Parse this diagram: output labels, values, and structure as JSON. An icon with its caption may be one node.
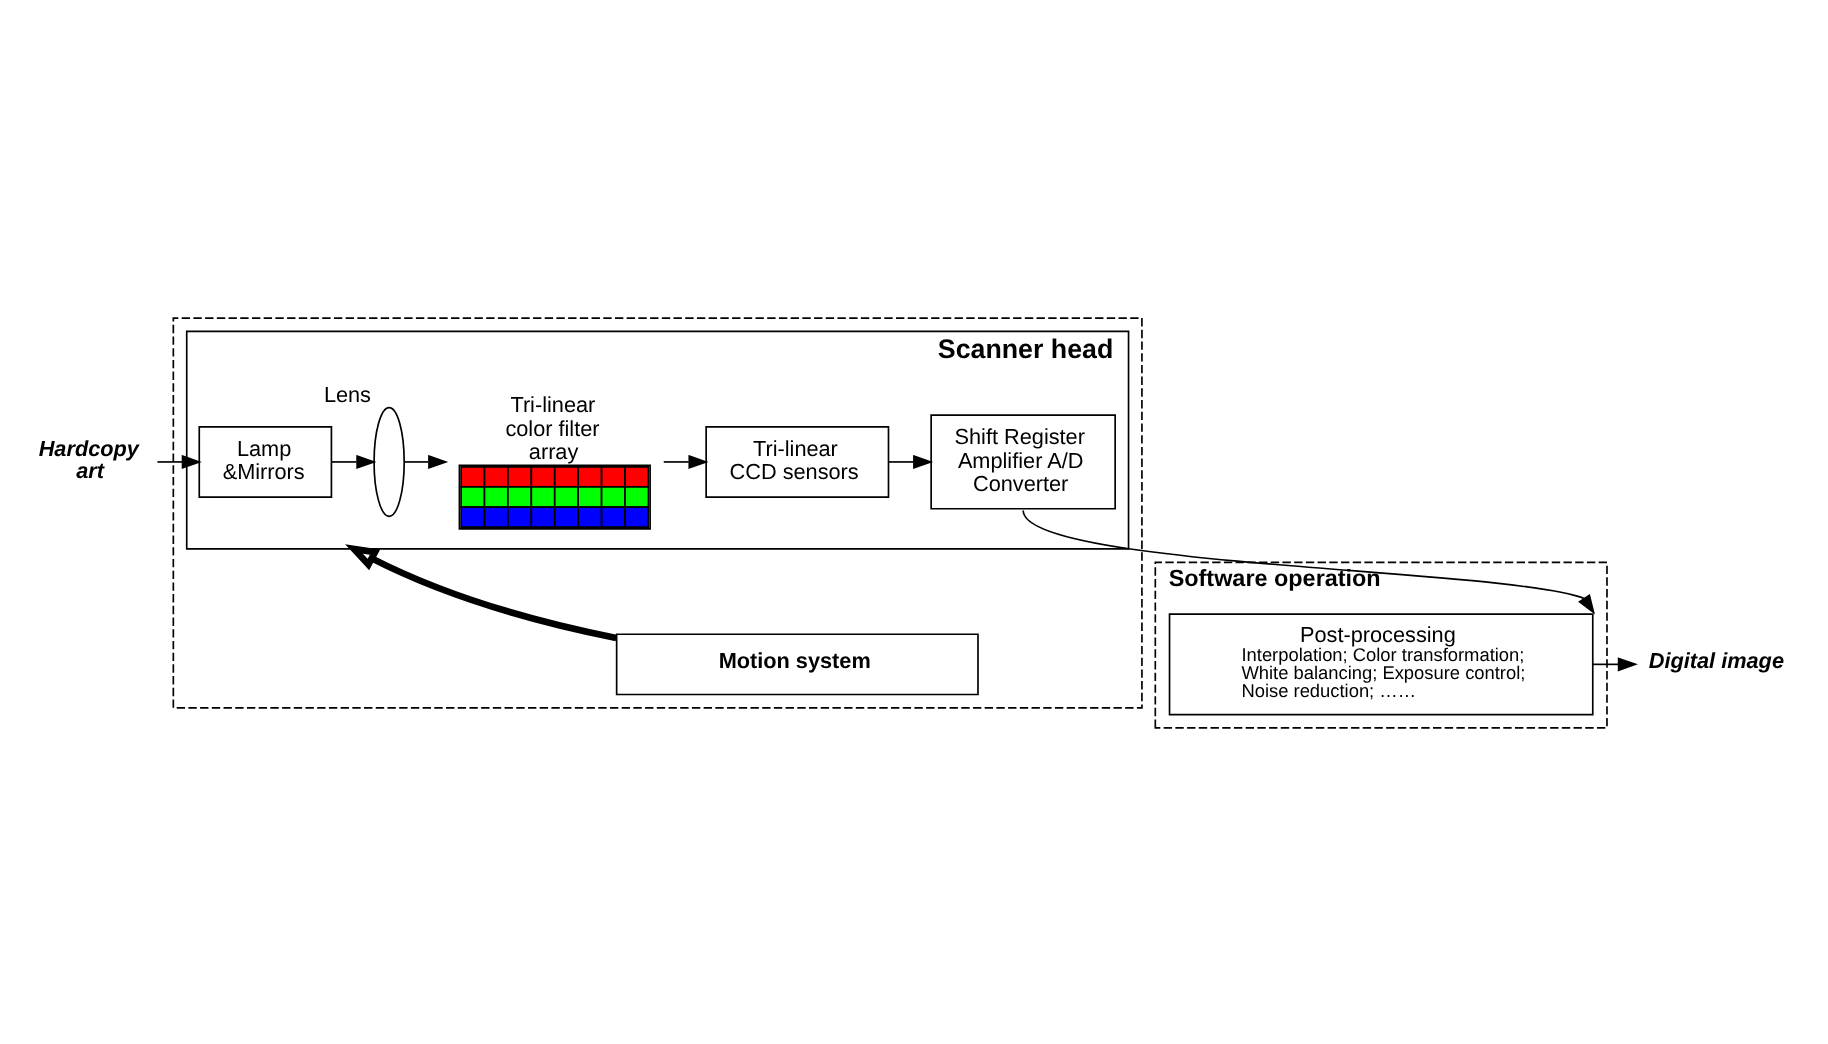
{
  "diagram": {
    "nodes": [
      {
        "text": [],
        "shape": "box"
      },
      {
        "text": [
          "Scanner head"
        ],
        "in": 0
      },
      {
        "text": [
          "Hardcopy art"
        ]
      },
      {
        "text": [
          "Lamp &Mirrors"
        ],
        "in": 1
      },
      {
        "text": [],
        "shape": "ellipse",
        "beside": [
          "Lens"
        ],
        "in": 1
      },
      {
        "text": [
          "Tri-linear color filter array"
        ],
        "in": 1
      },
      {
        "text": [
          "Tri-linear CCD sensors"
        ],
        "in": 1
      },
      {
        "text": [
          "Shift Register Amplifier A/D Converter"
        ],
        "in": 1
      },
      {
        "text": [
          "Motion system"
        ],
        "in": 0
      },
      {
        "text": [
          "Software operation"
        ]
      },
      {
        "text": [
          "Post-processing",
          "Interpolation; Color transformation; White balancing; Exposure control; Noise reduction; ……"
        ],
        "in": 9
      },
      {
        "text": [
          "Digital image"
        ]
      }
    ],
    "edges": [
      {
        "from": 2,
        "to": 3,
        "arrow": "to"
      },
      {
        "from": 3,
        "to": 4,
        "arrow": "to"
      },
      {
        "from": 4,
        "to": 5,
        "arrow": "to"
      },
      {
        "from": 5,
        "to": 6,
        "arrow": "to"
      },
      {
        "from": 6,
        "to": 7,
        "arrow": "to"
      },
      {
        "from": 8,
        "to": 1,
        "arrow": "to",
        "style": "thick"
      },
      {
        "from": 7,
        "to": 10,
        "arrow": "to"
      },
      {
        "from": 10,
        "to": 11,
        "arrow": "to"
      }
    ]
  }
}
